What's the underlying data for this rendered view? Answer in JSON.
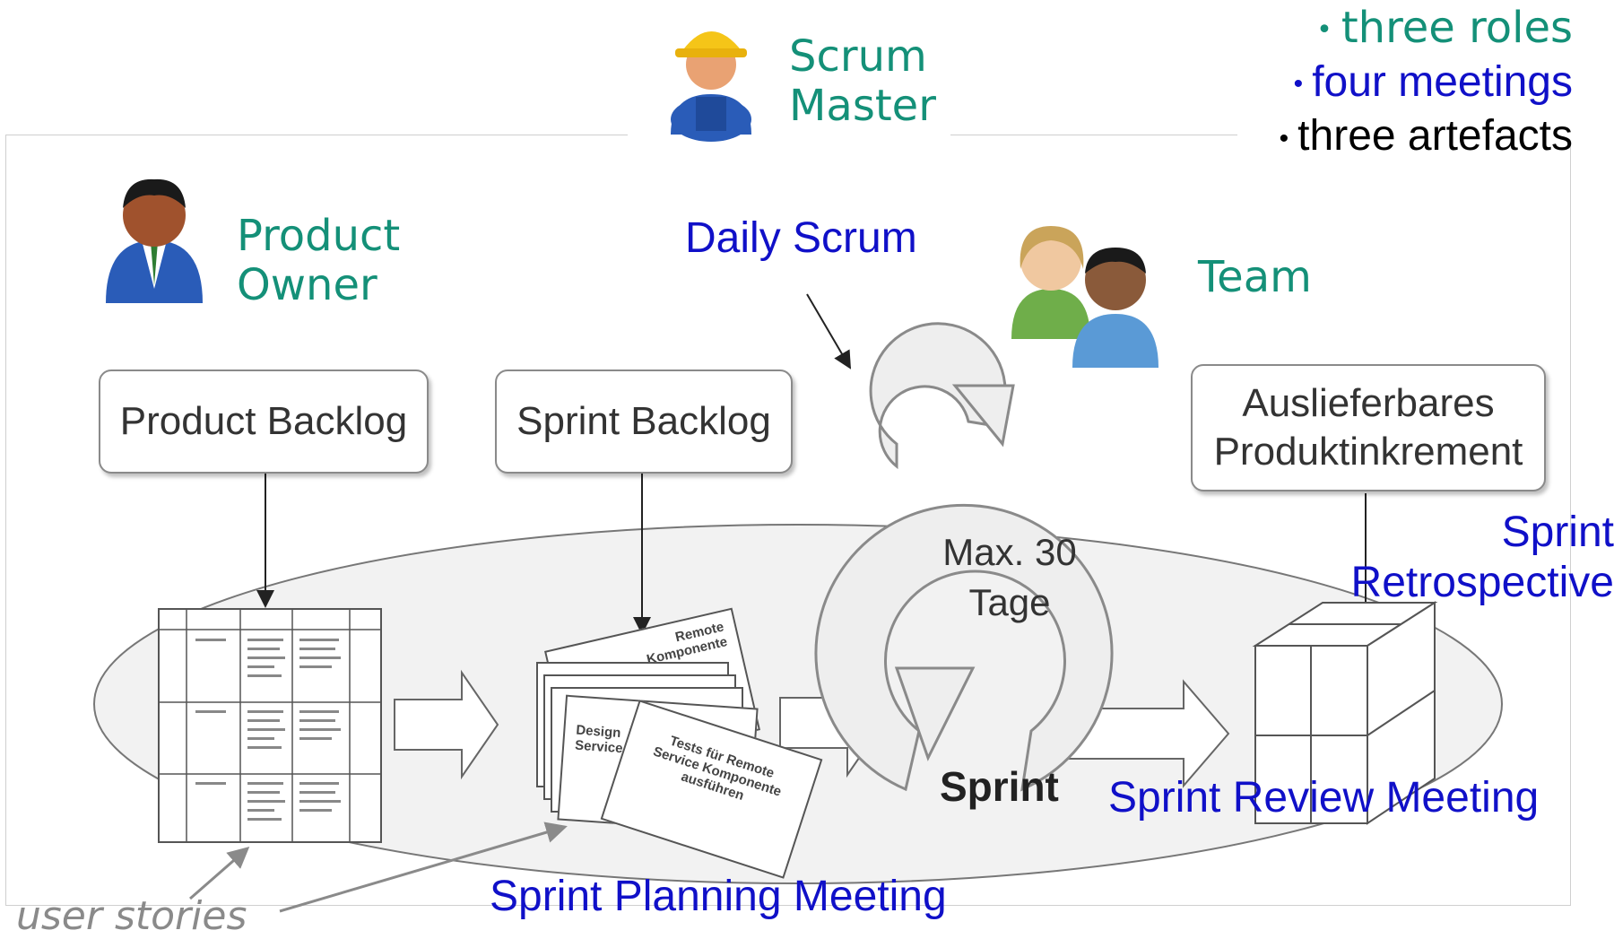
{
  "roles": {
    "scrum_master": "Scrum\nMaster",
    "product_owner": "Product\nOwner",
    "team": "Team"
  },
  "summary": {
    "roles": "three roles",
    "meetings": "four meetings",
    "artefacts": "three artefacts"
  },
  "artefacts": {
    "product_backlog": "Product Backlog",
    "sprint_backlog": "Sprint Backlog",
    "increment": "Auslieferbares\nProduktinkrement"
  },
  "meetings": {
    "daily_scrum": "Daily Scrum",
    "planning": "Sprint Planning Meeting",
    "review": "Sprint Review Meeting",
    "retrospective": "Sprint\nRetrospective"
  },
  "cycle": {
    "duration": "Max. 30\nTage",
    "sprint": "Sprint"
  },
  "annotation": {
    "user_stories": "user stories"
  },
  "cards": {
    "card_top": "Remote\nKomponente",
    "card_mid": "Design  Remote\nService",
    "card_front": "Tests für Remote\nService Komponente\nausführen"
  },
  "colors": {
    "role_text": "#149078",
    "meeting_text": "#1010c8",
    "gray_shape": "#eeeeee",
    "gray_stroke": "#9a9a9a"
  }
}
